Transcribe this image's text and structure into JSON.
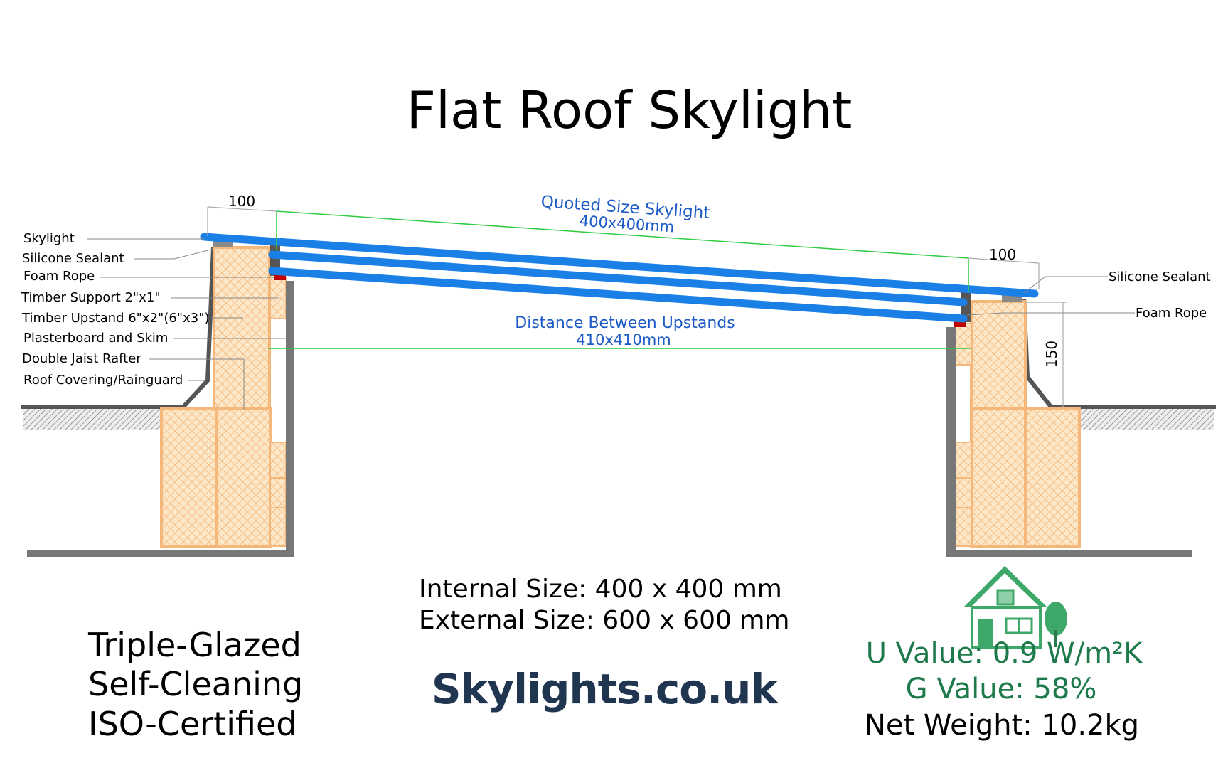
{
  "title": "Flat Roof Skylight",
  "colors": {
    "glass": "#1a80e6",
    "dim_line": "#2ecc40",
    "blue_text": "#1c5bc7",
    "timber_fill": "#fde7c9",
    "timber_stroke": "#f5b87a",
    "wall_gray": "#777777",
    "foam_red": "#c00000",
    "green_text": "#1e7a4a",
    "logo_navy": "#1f3550"
  },
  "dimensions": {
    "left_overlap": "100",
    "right_overlap": "100",
    "upstand_height": "150",
    "quoted_label": "Quoted Size Skylight",
    "quoted_value": "400x400mm",
    "between_label": "Distance Between Upstands",
    "between_value": "410x410mm"
  },
  "left_labels": [
    "Skylight",
    "Silicone Sealant",
    "Foam Rope",
    "Timber Support 2\"x1\"",
    "Timber Upstand 6\"x2\"(6\"x3\")",
    "Plasterboard and Skim",
    "Double Jaist Rafter",
    "Roof Covering/Rainguard"
  ],
  "right_labels": [
    "Silicone Sealant",
    "Foam Rope"
  ],
  "sizes": {
    "internal": "Internal Size: 400 x 400 mm",
    "external": "External Size: 600 x 600 mm"
  },
  "features": [
    "Triple-Glazed",
    "Self-Cleaning",
    "ISO-Certified"
  ],
  "brand": "Skylights.co.uk",
  "specs": {
    "u_value": "U Value: 0.9 W/m²K",
    "g_value": "G Value: 58%",
    "net_weight": "Net Weight: 10.2kg"
  },
  "icons": [
    "house-icon",
    "tree-icon"
  ]
}
